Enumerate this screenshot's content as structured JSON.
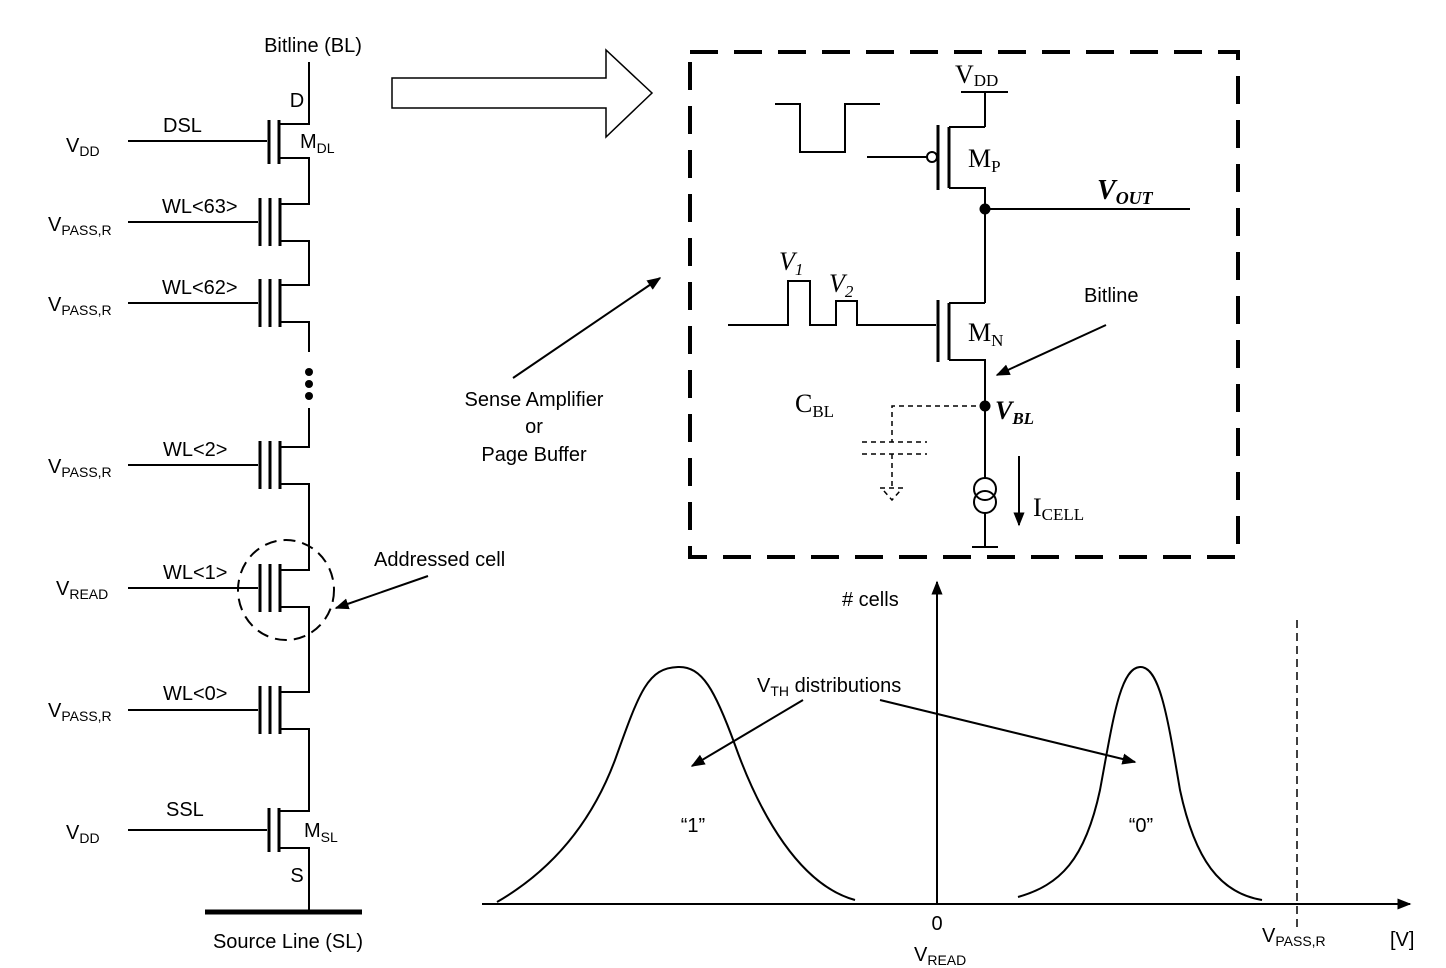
{
  "nand_string": {
    "bitline_label": "Bitline (BL)",
    "drain_label": "D",
    "source_label": "S",
    "source_line_label": "Source Line (SL)",
    "dsl": {
      "gate": "DSL",
      "voltage_base": "V",
      "voltage_sub": "DD",
      "device_base": "M",
      "device_sub": "DL"
    },
    "wl63": {
      "gate": "WL<63>",
      "voltage_base": "V",
      "voltage_sub": "PASS,R"
    },
    "wl62": {
      "gate": "WL<62>",
      "voltage_base": "V",
      "voltage_sub": "PASS,R"
    },
    "wl2": {
      "gate": "WL<2>",
      "voltage_base": "V",
      "voltage_sub": "PASS,R"
    },
    "wl1": {
      "gate": "WL<1>",
      "voltage_base": "V",
      "voltage_sub": "READ"
    },
    "wl0": {
      "gate": "WL<0>",
      "voltage_base": "V",
      "voltage_sub": "PASS,R"
    },
    "ssl": {
      "gate": "SSL",
      "voltage_base": "V",
      "voltage_sub": "DD",
      "device_base": "M",
      "device_sub": "SL"
    },
    "addressed_cell_label": "Addressed cell"
  },
  "sense_amp": {
    "callout_lines": [
      "Sense Amplifier",
      "or",
      "Page Buffer"
    ],
    "vdd_base": "V",
    "vdd_sub": "DD",
    "mp_base": "M",
    "mp_sub": "P",
    "mn_base": "M",
    "mn_sub": "N",
    "vout_base": "V",
    "vout_sub": "OUT",
    "v1_base": "V",
    "v1_sub": "1",
    "v2_base": "V",
    "v2_sub": "2",
    "bitline_label": "Bitline",
    "cbl_base": "C",
    "cbl_sub": "BL",
    "vbl_base": "V",
    "vbl_sub": "BL",
    "icell_base": "I",
    "icell_sub": "CELL"
  },
  "distribution": {
    "y_axis_label": "# cells",
    "zero_label": "0",
    "vread_base": "V",
    "vread_sub": "READ",
    "vpass_base": "V",
    "vpass_sub": "PASS,R",
    "unit_label": "[V]",
    "vth_base": "V",
    "vth_sub": "TH",
    "vth_rest": " distributions",
    "state_one": "“1”",
    "state_zero": "“0”"
  }
}
